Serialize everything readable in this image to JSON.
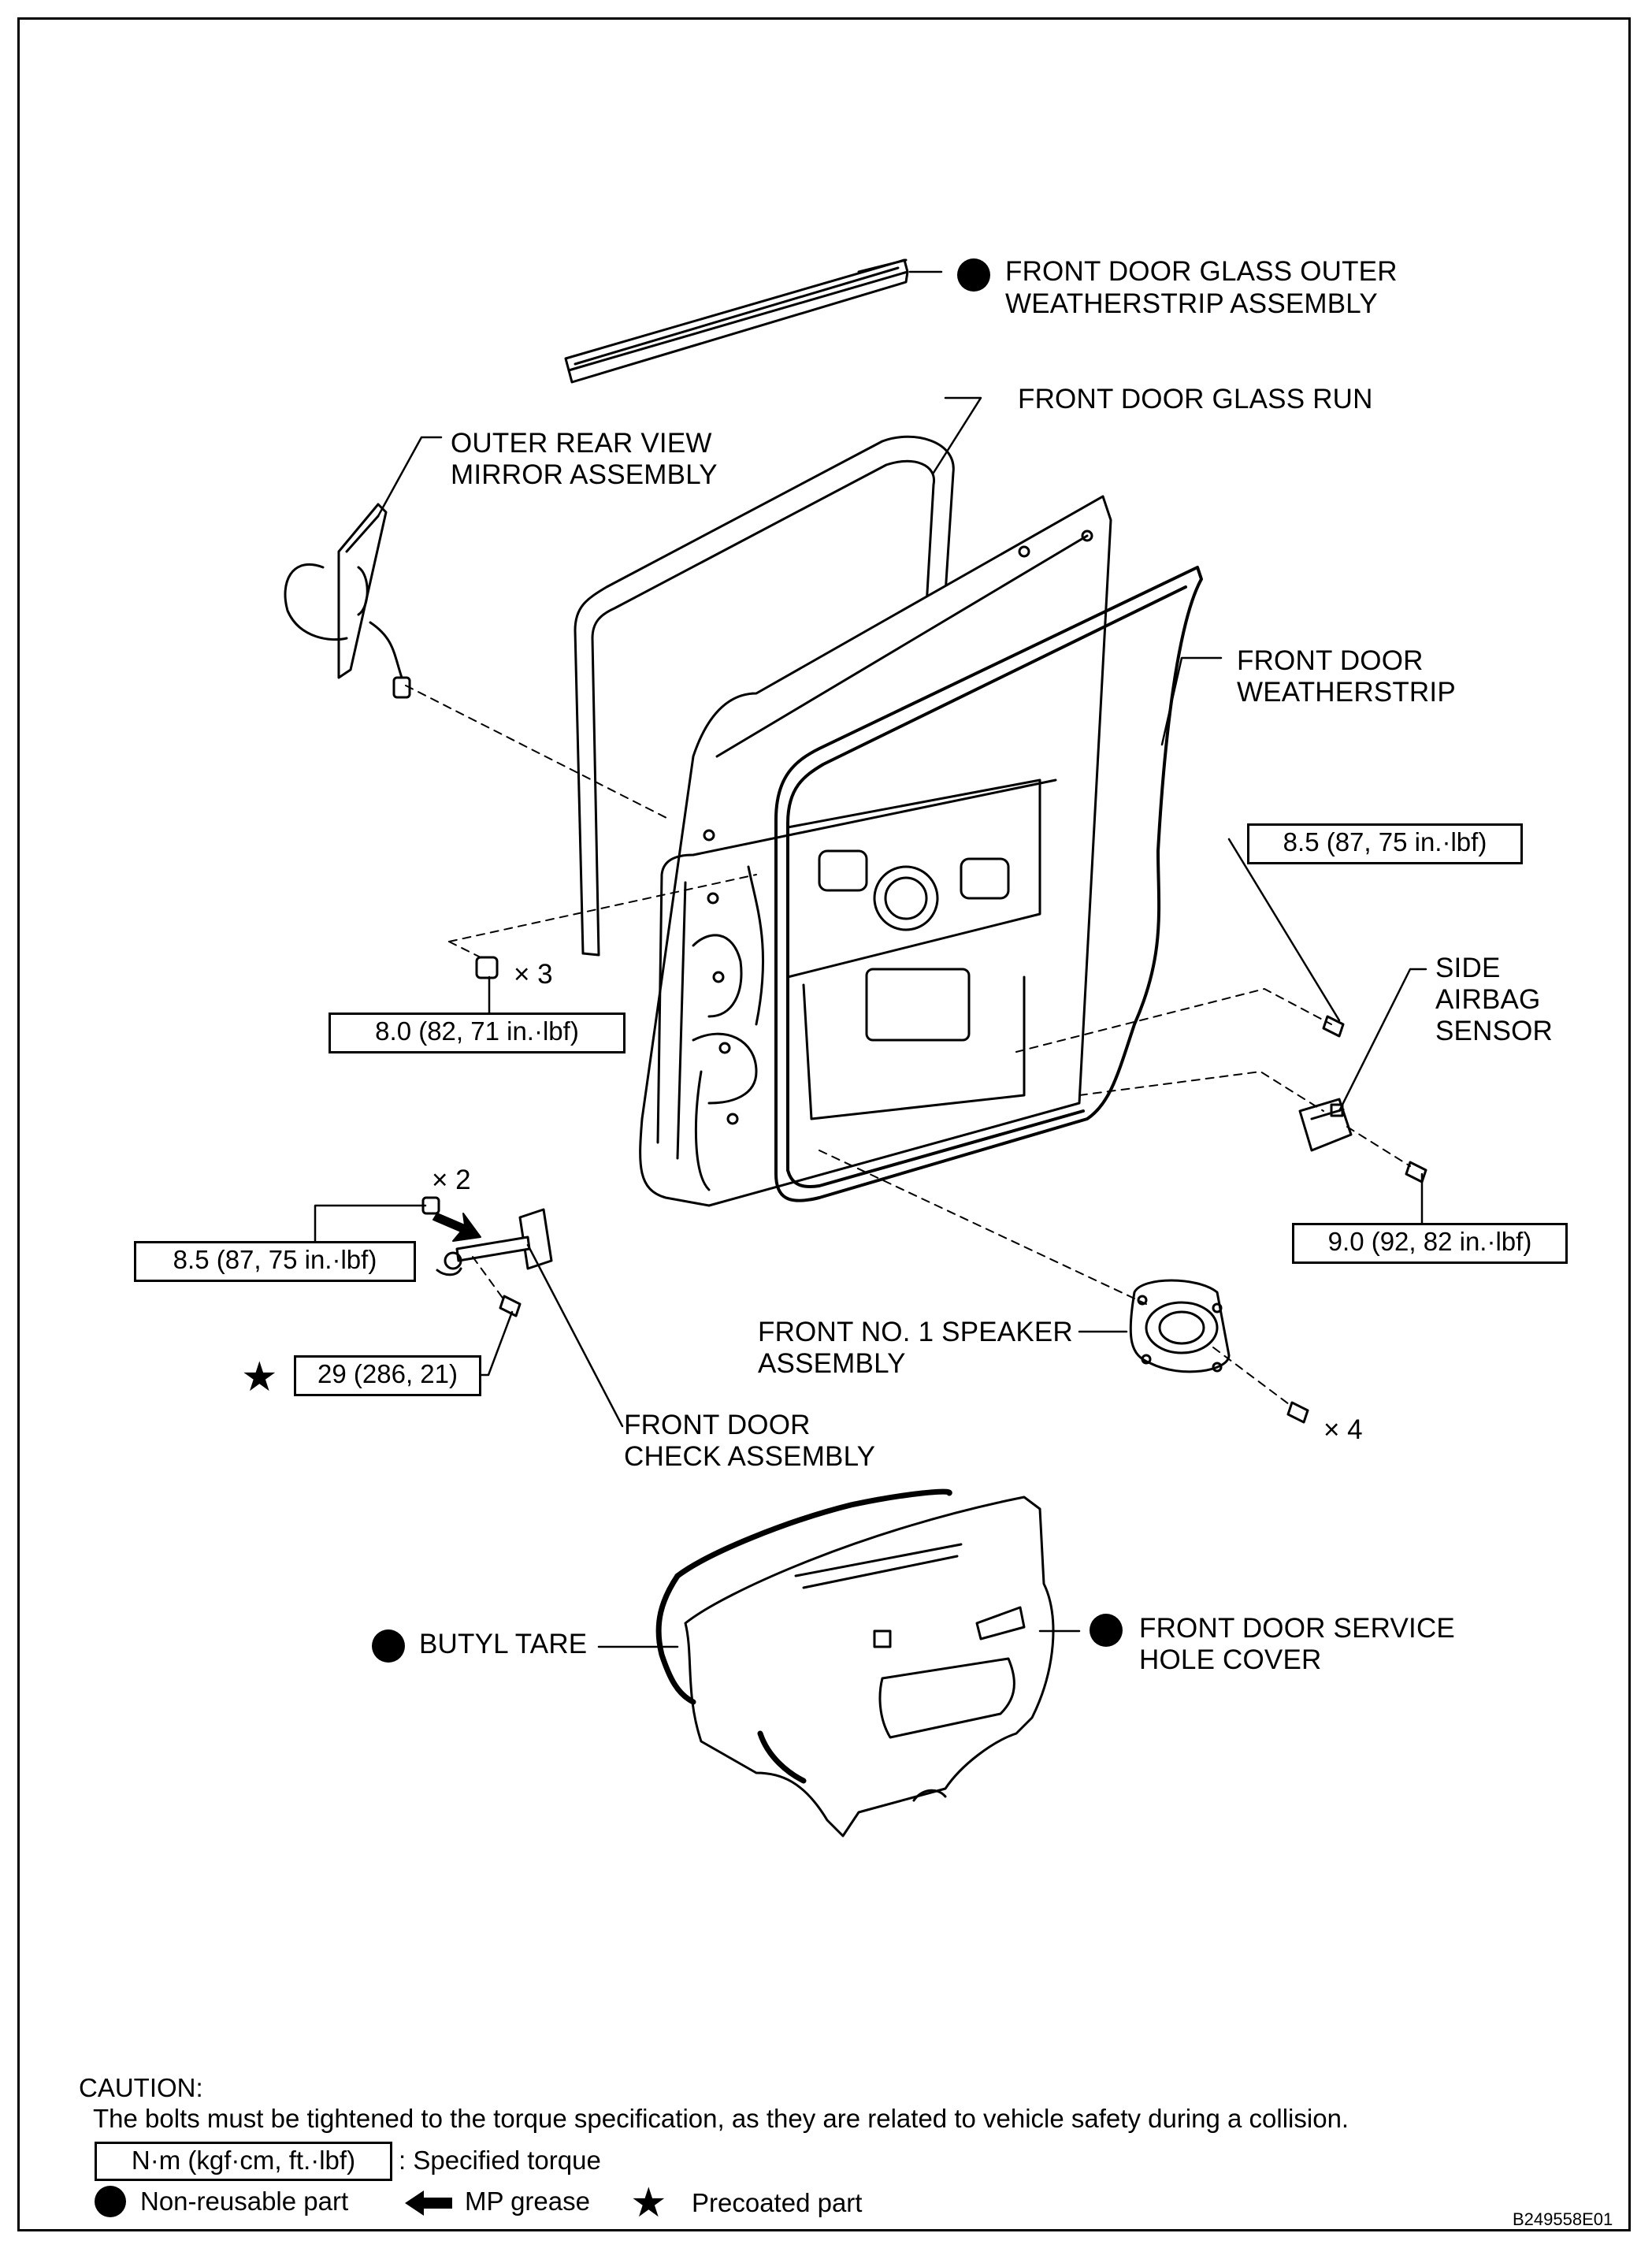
{
  "parts": {
    "outer_weatherstrip": [
      "FRONT DOOR GLASS OUTER",
      "WEATHERSTRIP ASSEMBLY"
    ],
    "glass_run": "FRONT DOOR GLASS RUN",
    "mirror": [
      "OUTER REAR VIEW",
      "MIRROR ASSEMBLY"
    ],
    "door_weatherstrip": [
      "FRONT DOOR",
      "WEATHERSTRIP"
    ],
    "airbag_sensor": [
      "SIDE",
      "AIRBAG",
      "SENSOR"
    ],
    "speaker": [
      "FRONT NO. 1 SPEAKER",
      "ASSEMBLY"
    ],
    "door_check": [
      "FRONT DOOR",
      "CHECK ASSEMBLY"
    ],
    "butyl_tape": "BUTYL TARE",
    "service_hole_cover": [
      "FRONT DOOR SERVICE",
      "HOLE COVER"
    ]
  },
  "torques": {
    "mirror_nut": "8.0 (82, 71 in.·lbf)",
    "sensor_bolt_upper": "8.5 (87, 75 in.·lbf)",
    "sensor_bolt_lower": "9.0 (92, 82 in.·lbf)",
    "check_nut": "8.5 (87, 75 in.·lbf)",
    "check_bolt": "29 (286, 21)"
  },
  "quantities": {
    "mirror_nuts": "× 3",
    "check_nuts": "× 2",
    "speaker_screws": "× 4"
  },
  "caution": {
    "heading": "CAUTION:",
    "text": "The bolts must be tightened to the torque specification, as they are related to vehicle safety during a collision."
  },
  "legend": {
    "torque_units": "N·m (kgf·cm, ft.·lbf)",
    "torque_label": ": Specified torque",
    "non_reusable": "Non-reusable part",
    "mp_grease": "MP grease",
    "precoated": "Precoated part"
  },
  "figure_code": "B249558E01"
}
